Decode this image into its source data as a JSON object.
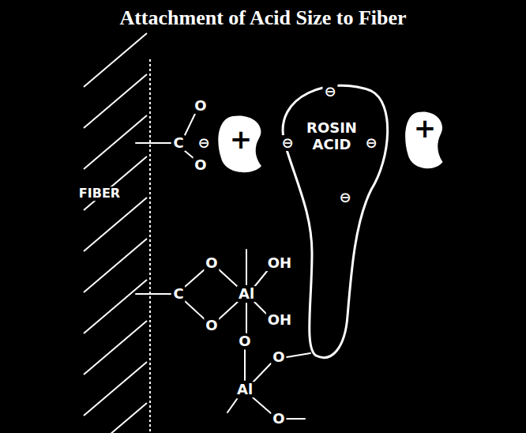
{
  "diagram": {
    "title": "Attachment of Acid Size to Fiber",
    "nodes": [
      {
        "text": [
          "+"
        ]
      },
      {
        "text": [
          "ROSIN ACID"
        ]
      },
      {
        "text": [
          "+"
        ]
      }
    ],
    "labels": [
      "O",
      "C",
      "⊖",
      "O",
      "⊖",
      "⊖",
      "⊖",
      "FIBER",
      "⊖",
      "O",
      "OH",
      "C",
      "Al",
      "OH",
      "O",
      "O",
      "O",
      "Al",
      "O"
    ]
  }
}
